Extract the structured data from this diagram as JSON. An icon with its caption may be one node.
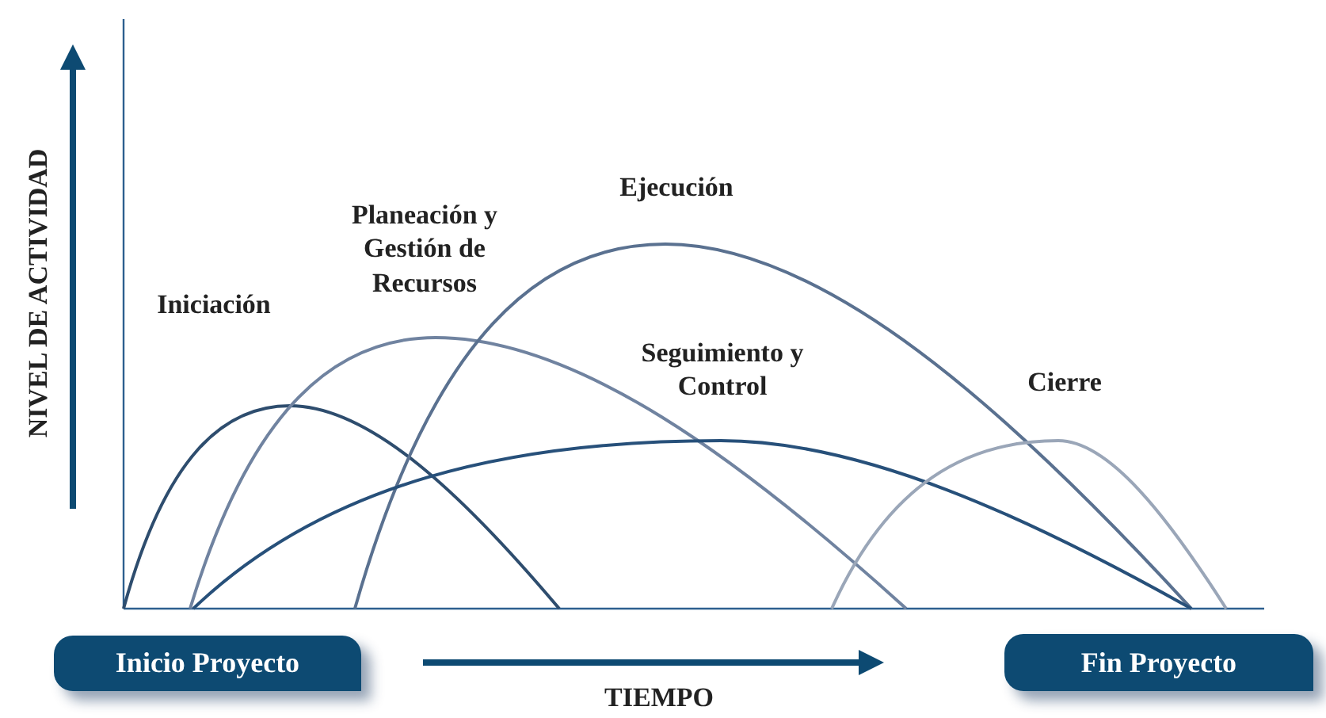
{
  "diagram": {
    "nodes": [
      {
        "text": [
          "Inicio Proyecto"
        ]
      },
      {
        "text": [
          "Fin Proyecto"
        ]
      }
    ],
    "labels": [
      "NIVEL DE ACTIVIDAD",
      "Iniciación",
      "Planeación y Gestión de Recursos",
      "Ejecución",
      "Seguimiento y Control",
      "Cierre",
      "TIEMPO"
    ]
  }
}
